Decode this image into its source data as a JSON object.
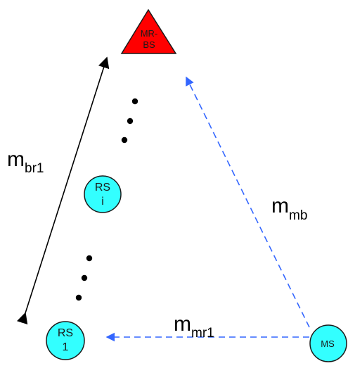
{
  "nodes": {
    "mrbs": {
      "line1": "MR-",
      "line2": "BS"
    },
    "rsi": {
      "line1": "RS",
      "line2": "i"
    },
    "rs1": {
      "line1": "RS",
      "line2": "1"
    },
    "ms": {
      "label": "MS"
    }
  },
  "labels": {
    "br1": {
      "base": "m",
      "sub": "br1"
    },
    "mb": {
      "base": "m",
      "sub": "mb"
    },
    "mr1": {
      "base": "m",
      "sub": "mr1"
    }
  },
  "colors": {
    "triangle_fill": "#ff0000",
    "node_fill": "#33ffff",
    "dashed_arrow": "#3366ff",
    "solid_arrow": "#000000"
  }
}
